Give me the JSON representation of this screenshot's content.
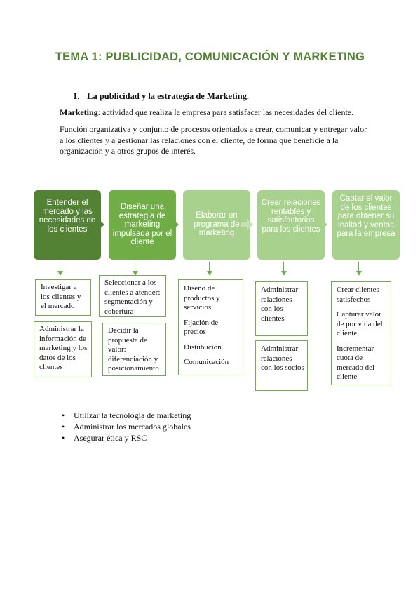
{
  "title": "TEMA 1: PUBLICIDAD, COMUNICACIÓN Y MARKETING",
  "section": {
    "number": "1.",
    "heading": "La publicidad y la estrategia de Marketing."
  },
  "definition": {
    "term": "Marketing",
    "text": ": actividad que realiza la empresa para satisfacer las necesidades del cliente."
  },
  "paragraph": "Función organizativa y conjunto de procesos orientados a crear, comunicar y entregar valor a los clientes y a gestionar las relaciones con el cliente, de forma que beneficie a la organización y a otros grupos de interés.",
  "colors": {
    "title": "#538135",
    "stage1": "#548235",
    "stage2": "#70ad47",
    "stage_light": "#a9d18e",
    "box_border": "#70ad47"
  },
  "process": {
    "stages": [
      "Entender el mercado y las necesidades de los clientes",
      "Diseñar una estrategia de marketing impulsada por el cliente",
      "Elaborar un programa de marketing",
      "Crear relaciones rentables y satisfactorias para los clientes",
      "Captar el valor de los clientes para obtener su lealtad y ventas para la empresa"
    ],
    "details": [
      [
        "Investigar a los clientes y el mercado",
        "Administrar la información de marketing y los datos de los clientes"
      ],
      [
        "Seleccionar a los clientes a atender: segmentación y cobertura",
        "Decidir la propuesta de valor: diferenciación y posicionamiento"
      ],
      [
        "Diseño de productos y servicios",
        "Fijación de precios",
        "Distubución",
        "Comunicación"
      ],
      [
        "Administrar relaciones con los clientes",
        "Administrar relaciones con los socios"
      ],
      [
        "Crear clientes satisfechos",
        "Capturar valor de por vida del cliente",
        "Incrementar cuota de mercado del cliente"
      ]
    ]
  },
  "bullets": [
    "Utilizar la tecnología de marketing",
    "Administrar los mercados globales",
    "Asegurar ética y RSC"
  ]
}
